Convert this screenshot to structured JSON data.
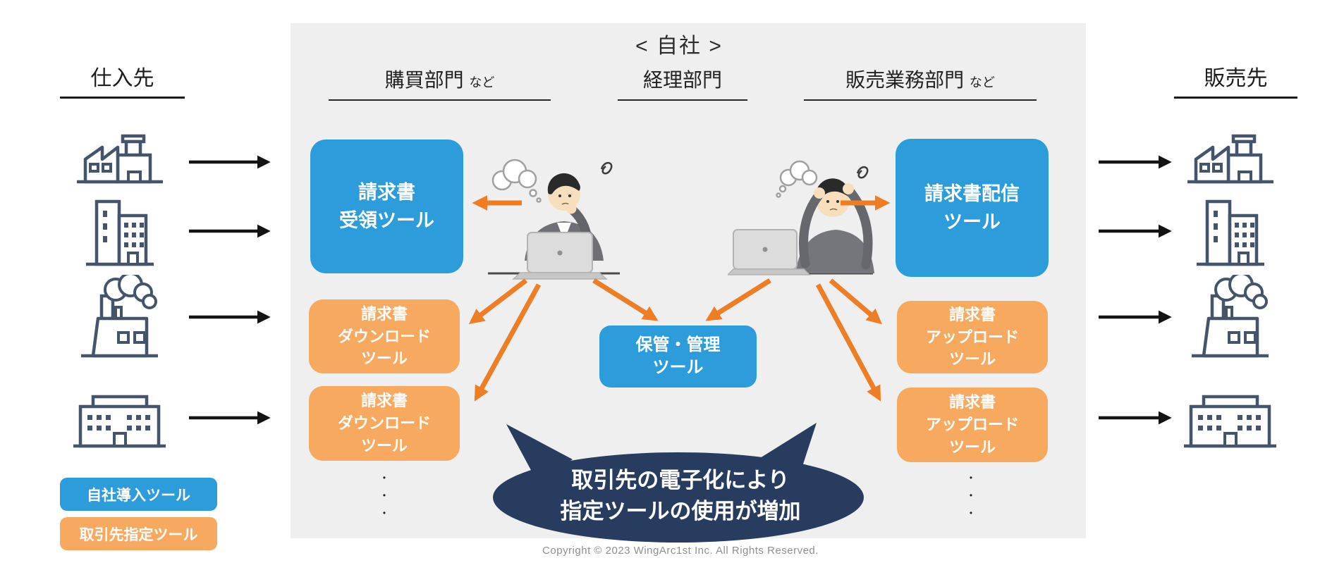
{
  "title": "< 自社 >",
  "headers": {
    "suppliers": "仕入先",
    "customers": "販売先",
    "purchasing": "購買部門",
    "purchasing_suffix": "など",
    "accounting": "経理部門",
    "sales": "販売業務部門",
    "sales_suffix": "など"
  },
  "tools": {
    "invoice_receive": [
      "請求書",
      "受領ツール"
    ],
    "invoice_delivery": [
      "請求書配信",
      "ツール"
    ],
    "storage": [
      "保管・管理",
      "ツール"
    ],
    "download1": [
      "請求書",
      "ダウンロード",
      "ツール"
    ],
    "download2": [
      "請求書",
      "ダウンロード",
      "ツール"
    ],
    "upload1": [
      "請求書",
      "アップロード",
      "ツール"
    ],
    "upload2": [
      "請求書",
      "アップロード",
      "ツール"
    ]
  },
  "callout": [
    "取引先の電子化により",
    "指定ツールの使用が増加"
  ],
  "legend": {
    "own_tool": "自社導入ツール",
    "partner_tool": "取引先指定ツール"
  },
  "ellipsis_dot": "•",
  "copyright": "Copyright © 2023 WingArc1st Inc.  All Rights Reserved.",
  "icons": {
    "supplier_icons": [
      "factory-icon",
      "office-building-icon",
      "smoke-factory-icon",
      "company-building-icon"
    ],
    "customer_icons": [
      "factory-icon",
      "office-building-icon",
      "smoke-factory-icon",
      "company-building-icon"
    ]
  },
  "colors": {
    "own_tool_blue": "#2D9CDB",
    "partner_tool_orange": "#F7A95F",
    "arrow_orange": "#EE7D23",
    "callout_navy": "#283C5F",
    "icon_slate": "#44546A",
    "panel_gray": "#EFEFEF"
  }
}
